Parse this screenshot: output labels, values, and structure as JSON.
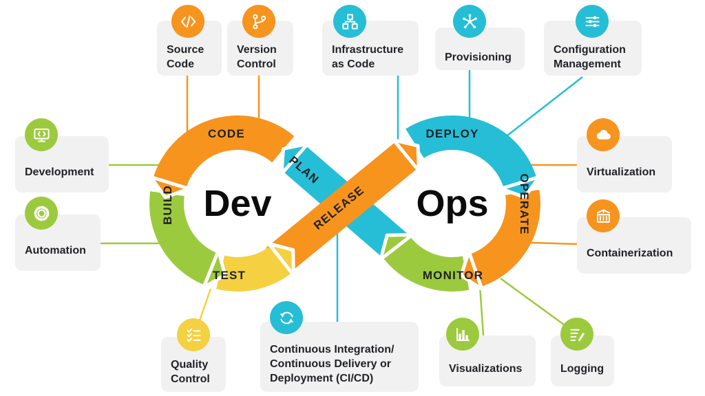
{
  "colors": {
    "orange": "#F7941E",
    "cyan": "#25BED6",
    "green": "#9CCA3E",
    "yellow": "#F5D040",
    "card_bg": "#F1F1F2",
    "text": "#1F2125"
  },
  "center": {
    "dev": "Dev",
    "ops": "Ops"
  },
  "segments": {
    "code": "CODE",
    "plan": "PLAN",
    "build": "BUILD",
    "test": "TEST",
    "release": "RELEASE",
    "deploy": "DEPLOY",
    "operate": "OPERATE",
    "monitor": "MONITOR"
  },
  "nodes": {
    "source_code": {
      "lines": [
        "Source",
        "Code"
      ]
    },
    "version_control": {
      "lines": [
        "Version",
        "Control"
      ]
    },
    "infrastructure": {
      "lines": [
        "Infrastructure",
        "as Code"
      ]
    },
    "provisioning": {
      "lines": [
        "Provisioning"
      ]
    },
    "config_mgmt": {
      "lines": [
        "Configuration",
        "Management"
      ]
    },
    "development": {
      "lines": [
        "Development"
      ]
    },
    "automation": {
      "lines": [
        "Automation"
      ]
    },
    "virtualization": {
      "lines": [
        "Virtualization"
      ]
    },
    "containerization": {
      "lines": [
        "Containerization"
      ]
    },
    "quality_control": {
      "lines": [
        "Quality",
        "Control"
      ]
    },
    "cicd": {
      "lines": [
        "Continuous Integration/",
        "Continuous Delivery or",
        "Deployment (CI/CD)"
      ]
    },
    "visualizations": {
      "lines": [
        "Visualizations"
      ]
    },
    "logging": {
      "lines": [
        "Logging"
      ]
    }
  }
}
